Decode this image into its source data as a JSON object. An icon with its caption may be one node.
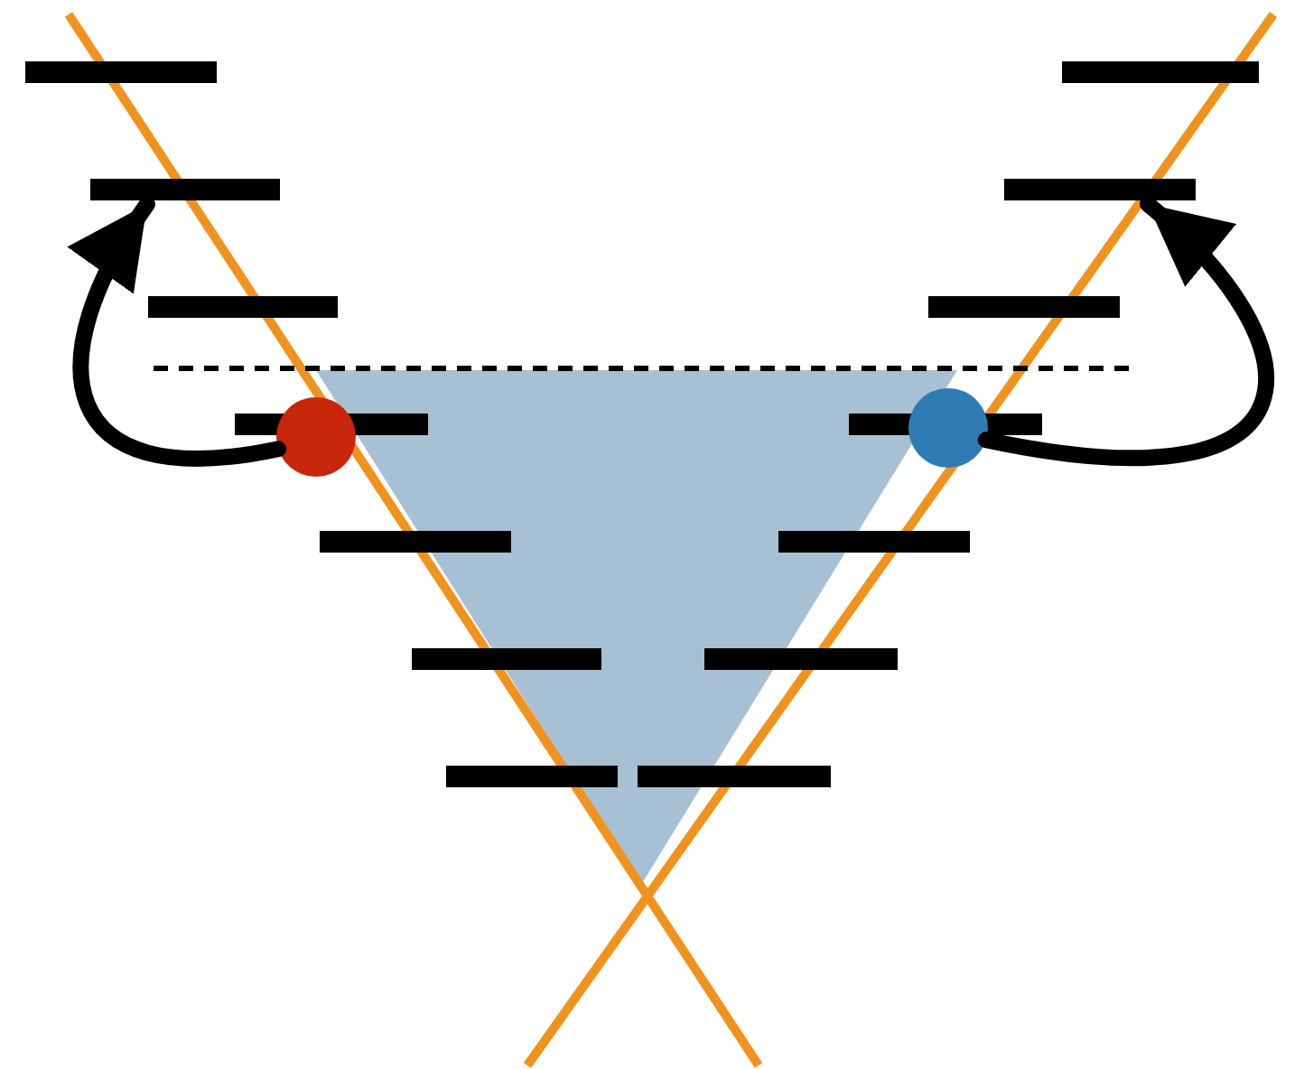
{
  "diagram": {
    "nodes": [
      {
        "text": [],
        "shape": "bar"
      },
      {
        "text": [],
        "shape": "circle"
      },
      {
        "text": [],
        "shape": "bar"
      },
      {
        "text": [],
        "shape": "circle"
      }
    ],
    "edges": [
      {
        "from": 1,
        "to": 0,
        "arrow": "to"
      },
      {
        "from": 3,
        "to": 2,
        "arrow": "to"
      }
    ]
  }
}
